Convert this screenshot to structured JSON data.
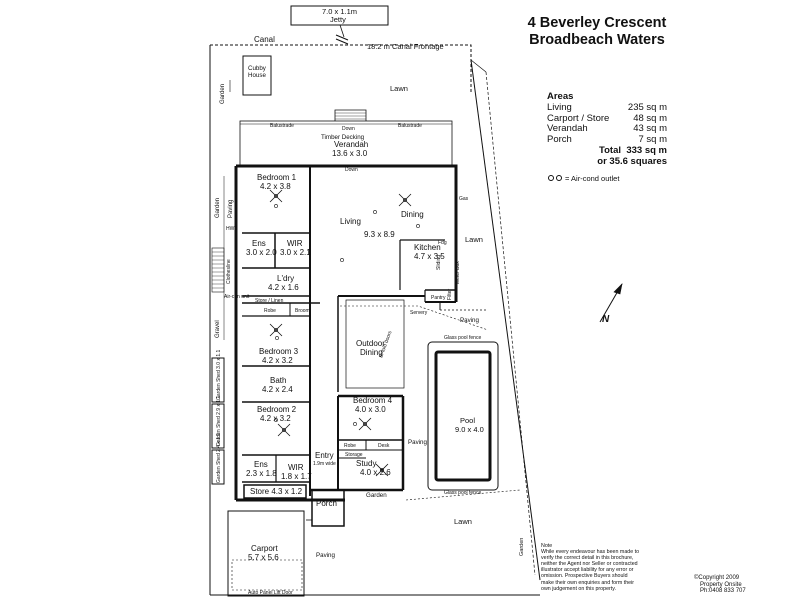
{
  "header": {
    "address": "4 Beverley Crescent",
    "suburb": "Broadbeach Waters"
  },
  "areas": {
    "heading": "Areas",
    "rows": [
      {
        "name": "Living",
        "value": "235 sq m"
      },
      {
        "name": "Carport / Store",
        "value": "48 sq m"
      },
      {
        "name": "Verandah",
        "value": "43 sq m"
      },
      {
        "name": "Porch",
        "value": "7 sq m"
      }
    ],
    "total_label": "Total",
    "total_value": "333 sq m",
    "squares": "or 35.6 squares"
  },
  "legend": {
    "aircon": "= Air-cond outlet"
  },
  "compass": {
    "north": "N"
  },
  "site": {
    "canal": "Canal",
    "canal_frontage": "18.2 m Canal Frontage",
    "jetty_dim": "7.0 x 1.1m",
    "jetty": "Jetty",
    "cubby_line1": "Cubby",
    "cubby_line2": "House",
    "lawn": "Lawn",
    "garden": "Garden",
    "gravel": "Gravel",
    "paving": "Paving",
    "glass_fence": "Glass pool fence",
    "balustrade": "Balustrade",
    "down": "Down",
    "timber_decking": "Timber Decking",
    "auto_door": "Auto Panel Lift Door",
    "gas": "Gas",
    "meter_box": "Meter Box",
    "clothesline": "Clothesline",
    "servery": "Servery",
    "air_unit": "Air-con unit",
    "hws": "HWS",
    "bi_fold": "Bi-fold doors",
    "sliding": "Sliding"
  },
  "rooms": {
    "verandah": {
      "name": "Verandah",
      "dim": "13.6 x 3.0"
    },
    "bed1": {
      "name": "Bedroom 1",
      "dim": "4.2 x 3.8"
    },
    "living": {
      "name": "Living",
      "dim": "9.3 x 8.9"
    },
    "dining": {
      "name": "Dining"
    },
    "kitchen": {
      "name": "Kitchen",
      "dim": "4.7 x 3.5"
    },
    "ens1": {
      "name": "Ens",
      "dim": "3.0 x 2.0"
    },
    "wir1": {
      "name": "WIR",
      "dim": "3.0 x 2.1"
    },
    "ldry": {
      "name": "L'dry",
      "dim": "4.2 x 1.6"
    },
    "store_linen": {
      "name": "Store / Linen"
    },
    "broom": {
      "name": "Broom"
    },
    "robe": {
      "name": "Robe"
    },
    "pantry": {
      "name": "Pantry"
    },
    "fdg": {
      "name": "Fdg"
    },
    "filter": {
      "name": "Filter"
    },
    "bed3": {
      "name": "Bedroom 3",
      "dim": "4.2 x 3.2"
    },
    "outdoor": {
      "name_line1": "Outdoor",
      "name_line2": "Dining"
    },
    "bath": {
      "name": "Bath",
      "dim": "4.2 x 2.4"
    },
    "bed4": {
      "name": "Bedroom 4",
      "dim": "4.0 x 3.0"
    },
    "pool": {
      "name": "Pool",
      "dim": "9.0 x 4.0"
    },
    "bed2": {
      "name": "Bedroom 2",
      "dim": "4.2 x 3.2"
    },
    "robe4": {
      "name": "Robe"
    },
    "desk": {
      "name": "Desk"
    },
    "storage": {
      "name": "Storage"
    },
    "study": {
      "name": "Study",
      "dim": "4.0 x 2.6"
    },
    "entry": {
      "name": "Entry",
      "dim": "1.9m wide"
    },
    "ens2": {
      "name": "Ens",
      "dim": "2.3 x 1.8"
    },
    "wir2": {
      "name": "WIR",
      "dim": "1.8 x 1.7"
    },
    "store": {
      "name": "Store 4.3 x 1.2"
    },
    "porch": {
      "name": "Porch"
    },
    "carport": {
      "name": "Carport",
      "dim": "5.7 x 5.6"
    }
  },
  "sheds": {
    "shed1": "Garden Shed 3.0 x 1.1",
    "shed2": "Garden Shed 2.9 x 1.1",
    "shed3": "Garden Shed 2.4 x 1.1"
  },
  "note": {
    "heading": "Note",
    "lines": [
      "While every endeavour has been made to",
      "verify the correct detail in this brochure,",
      "neither the Agent nor Seller or contracted",
      "illustrator accept liability for any error or",
      "omission. Prospective Buyers should",
      "make their own enquiries and form their",
      "own judgement on this property."
    ]
  },
  "copyright": {
    "line1": "©Copyright 2009",
    "line2": "Property Onsite",
    "line3": "Ph:0408 833 707"
  }
}
